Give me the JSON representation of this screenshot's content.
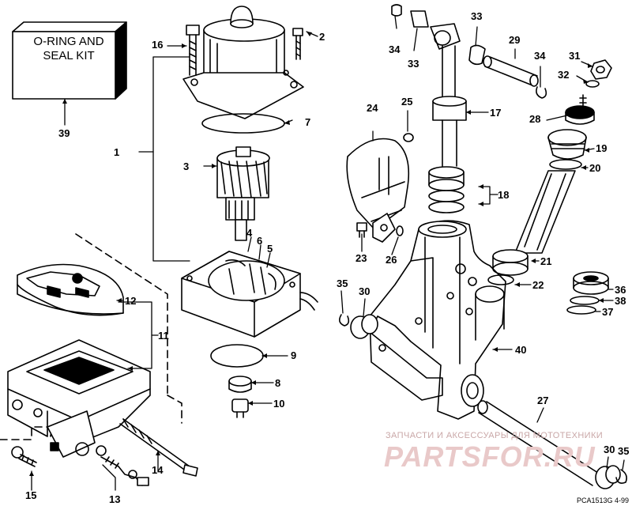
{
  "kit": {
    "line1": "O-RING AND",
    "line2": "SEAL KIT"
  },
  "callouts": {
    "c1": "1",
    "c2": "2",
    "c3": "3",
    "c4": "4",
    "c5": "5",
    "c6": "6",
    "c7": "7",
    "c8": "8",
    "c9": "9",
    "c10": "10",
    "c11": "11",
    "c12": "12",
    "c13": "13",
    "c14": "14",
    "c15": "15",
    "c16": "16",
    "c17": "17",
    "c18": "18",
    "c19": "19",
    "c20": "20",
    "c21": "21",
    "c22": "22",
    "c23": "23",
    "c24": "24",
    "c25": "25",
    "c26": "26",
    "c27": "27",
    "c28": "28",
    "c29": "29",
    "c30a": "30",
    "c30b": "30",
    "c31": "31",
    "c32": "32",
    "c33a": "33",
    "c33b": "33",
    "c34a": "34",
    "c34b": "34",
    "c35a": "35",
    "c35b": "35",
    "c36": "36",
    "c37": "37",
    "c38": "38",
    "c39": "39",
    "c40": "40"
  },
  "watermark": {
    "line1": "ЗАПЧАСТИ И АКСЕССУАРЫ ДЛЯ МОТОТЕХНИКИ",
    "brand": "PARTSFOR.RU"
  },
  "drawing_ref": "PCA1513G  4-99"
}
